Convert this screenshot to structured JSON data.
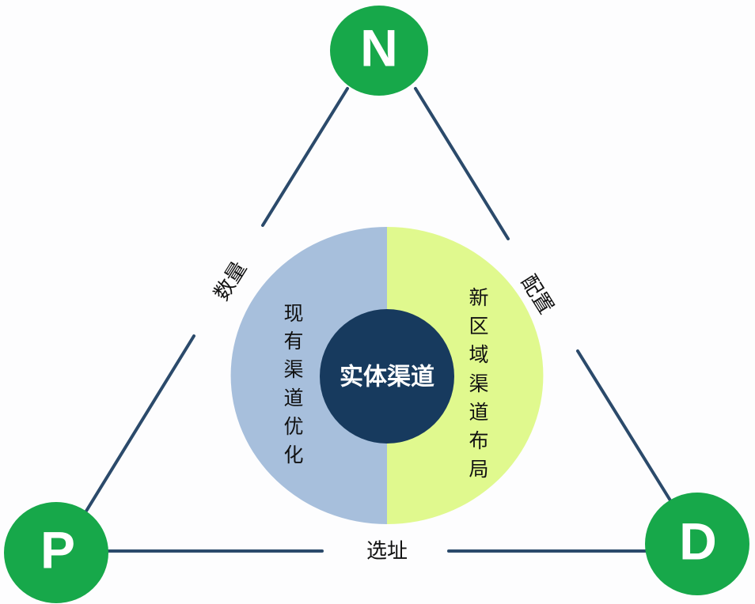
{
  "diagram": {
    "title": "实体渠道",
    "colors": {
      "node_fill": "#17a84a",
      "line": "#2b4a6b",
      "left_half": "#a7bfdc",
      "right_half": "#e0f98e",
      "center": "#173a5e",
      "background": "#fdfdfe"
    },
    "nodes": [
      {
        "id": "N",
        "letter": "N"
      },
      {
        "id": "P",
        "letter": "P"
      },
      {
        "id": "D",
        "letter": "D"
      }
    ],
    "edges": [
      {
        "from": "N",
        "to": "P",
        "label": "数量"
      },
      {
        "from": "N",
        "to": "D",
        "label": "配置"
      },
      {
        "from": "P",
        "to": "D",
        "label": "选址"
      }
    ],
    "center": {
      "label": "实体渠道",
      "left_text": [
        "现",
        "有",
        "渠",
        "道",
        "优",
        "化"
      ],
      "right_text": [
        "新",
        "区",
        "域",
        "渠",
        "道",
        "布",
        "局"
      ]
    }
  }
}
